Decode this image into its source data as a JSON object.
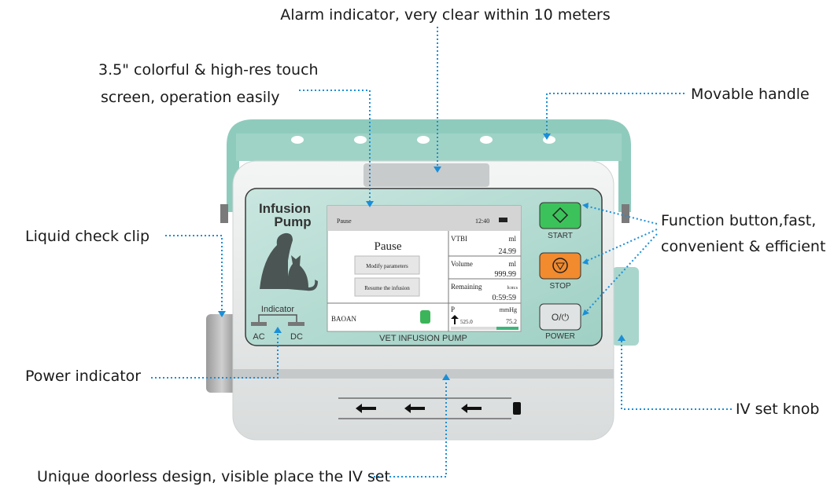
{
  "callouts": {
    "alarm": "Alarm indicator, very clear within 10 meters",
    "screen_line1": "3.5\" colorful & high-res touch",
    "screen_line2": "screen, operation easily",
    "handle": "Movable handle",
    "clip": "Liquid check clip",
    "function_line1": "Function button,fast,",
    "function_line2": "convenient & efficient",
    "power_indicator": "Power indicator",
    "knob": "IV set knob",
    "doorless": "Unique doorless design, visible place the IV set"
  },
  "device": {
    "brand_line1": "Infusion",
    "brand_line2": "Pump",
    "indicator_label": "Indicator",
    "ac_label": "AC",
    "dc_label": "DC",
    "model_label": "VET INFUSION PUMP",
    "buttons": {
      "start": "START",
      "stop": "STOP",
      "power": "POWER"
    }
  },
  "screen": {
    "status": "Pause",
    "time": "12:40",
    "state_title": "Pause",
    "modify_button": "Modify parameters",
    "resume_button": "Resume the infusion",
    "device_name": "BAOAN",
    "vtbi_label": "VTBI",
    "vtbi_unit": "ml",
    "vtbi_value": "24.99",
    "volume_label": "Volume",
    "volume_unit": "ml",
    "volume_value": "999.99",
    "remaining_label": "Remaining",
    "remaining_unit": "h:m:s",
    "remaining_value": "0:59:59",
    "pressure_label": "P",
    "pressure_unit": "mmHg",
    "pressure_limit": "525.0",
    "pressure_value": "75.2"
  },
  "colors": {
    "accent_teal": "#8fcbbd",
    "callout_line": "#1a8fd8",
    "start": "#3cc25a",
    "stop": "#f28a2e"
  }
}
